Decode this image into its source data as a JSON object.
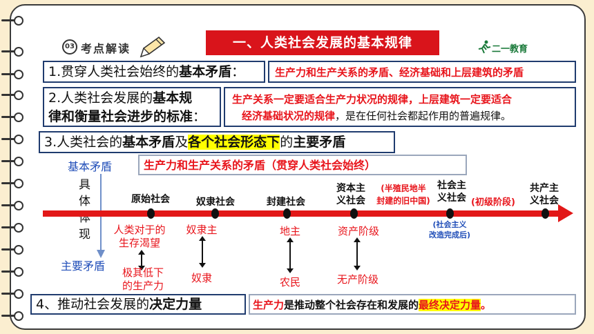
{
  "header": {
    "badge": "03",
    "section_label": "考点解读",
    "title": "一、人类社会发展的基本规律",
    "logo": "二一教育"
  },
  "row1": {
    "label_pre": "1.贯穿人类社会始终的",
    "label_bold": "基本矛盾",
    "label_post": "：",
    "answer": "生产力和生产关系的矛盾、经济基础和上层建筑的矛盾"
  },
  "row2": {
    "label_l1_pre": "2.人类社会发展的",
    "label_l1_bold": "基本规",
    "label_l2_bold": "律和衡量社会进步的标准",
    "label_l2_post": "：",
    "answer_l1": "生产关系一定要适合生产力状况的规律，上层建筑一定要适合",
    "answer_l2_red": "经济基础状况的规律",
    "answer_l2_black": "，是在任何社会都起作用的普遍规律。"
  },
  "row3": {
    "pre": "3.人类社会的",
    "bold1": "基本矛盾",
    "mid1": "及",
    "hl": "各个社会形态下",
    "mid2": "的",
    "bold2": "主要矛盾"
  },
  "diagram": {
    "basic": "基本矛盾",
    "basic_answer": "生产力和生产关系的矛盾（贯穿人类社会始终）",
    "concrete": [
      "具",
      "体",
      "体",
      "现"
    ],
    "main": "主要矛盾",
    "eras": [
      {
        "name": "原始社会",
        "top": "人类对于的",
        "top2": "生存渴望",
        "bottom": "极其低下",
        "bottom2": "的生产力"
      },
      {
        "name": "奴隶社会",
        "top": "奴隶主",
        "bottom": "奴隶"
      },
      {
        "name": "封建社会",
        "top": "地主",
        "bottom": "农民"
      },
      {
        "name": "资本主",
        "name2": "义社会",
        "top": "资产阶级",
        "bottom": "无产阶级"
      },
      {
        "name": "社会主",
        "name2": "义社会",
        "note": "(半殖民地半",
        "note2": "封建的旧中国)",
        "stage": "(初级阶段)",
        "sub": "(社会主义",
        "sub2": "改造完成后)"
      },
      {
        "name": "共产主",
        "name2": "义社会"
      }
    ]
  },
  "row4": {
    "label_pre": "4、推动社会发展的",
    "label_bold": "决定力量",
    "answer_red": "生产力",
    "answer_mid": "是推动整个社会存在和发展的",
    "answer_hl": "最终决定力量",
    "answer_end": "。"
  }
}
